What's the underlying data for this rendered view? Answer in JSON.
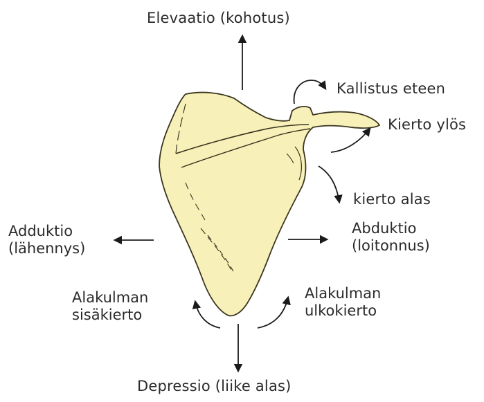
{
  "colors": {
    "bone_fill": "#f7f0b8",
    "bone_stroke": "#3a3520",
    "arrow": "#1a1a1a",
    "text": "#2b2b2b"
  },
  "labels": {
    "elevation": "Elevaatio (kohotus)",
    "tilt_forward": "Kallistus eteen",
    "upward_rotation": "Kierto ylös",
    "downward_rotation": "kierto alas",
    "abduction_line1": "Abduktio",
    "abduction_line2": "(loitonnus)",
    "adduction_line1": "Adduktio",
    "adduction_line2": "(lähennys)",
    "inferior_angle_internal_line1": "Alakulman",
    "inferior_angle_internal_line2": "sisäkierto",
    "inferior_angle_external_line1": "Alakulman",
    "inferior_angle_external_line2": "ulkokierto",
    "depression": "Depressio (liike alas)"
  }
}
